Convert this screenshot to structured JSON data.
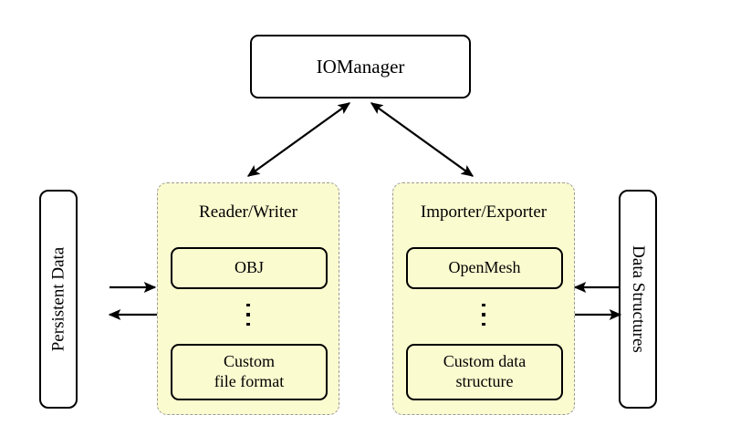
{
  "diagram": {
    "title_node": {
      "label": "IOManager"
    },
    "groups": [
      {
        "name": "reader-writer",
        "title": "Reader/Writer",
        "top_item": "OBJ",
        "ellipsis": "vertical-dots",
        "bottom_item_line1": "Custom",
        "bottom_item_line2": "file format"
      },
      {
        "name": "importer-exporter",
        "title": "Importer/Exporter",
        "top_item": "OpenMesh",
        "ellipsis": "vertical-dots",
        "bottom_item_line1": "Custom data",
        "bottom_item_line2": "structure"
      }
    ],
    "side_nodes": [
      {
        "name": "persistent-data",
        "label": "Persistent Data",
        "orientation": "rotated-ccw"
      },
      {
        "name": "data-structures",
        "label": "Data Structures",
        "orientation": "rotated-cw"
      }
    ],
    "connectors": [
      {
        "name": "iomanager-to-reader-writer",
        "style": "double-headed-diagonal"
      },
      {
        "name": "iomanager-to-importer-exporter",
        "style": "double-headed-diagonal"
      },
      {
        "name": "persistent-data-to-reader-writer",
        "style": "single-headed-right"
      },
      {
        "name": "reader-writer-to-persistent-data",
        "style": "single-headed-left"
      },
      {
        "name": "data-structures-to-importer-exporter",
        "style": "single-headed-left"
      },
      {
        "name": "importer-exporter-to-data-structures",
        "style": "single-headed-right"
      }
    ]
  },
  "colors": {
    "panel_fill": "#fbfbd0",
    "panel_border": "#9a9a9a",
    "node_border": "#000000",
    "node_fill": "#ffffff",
    "background": "#ffffff"
  }
}
